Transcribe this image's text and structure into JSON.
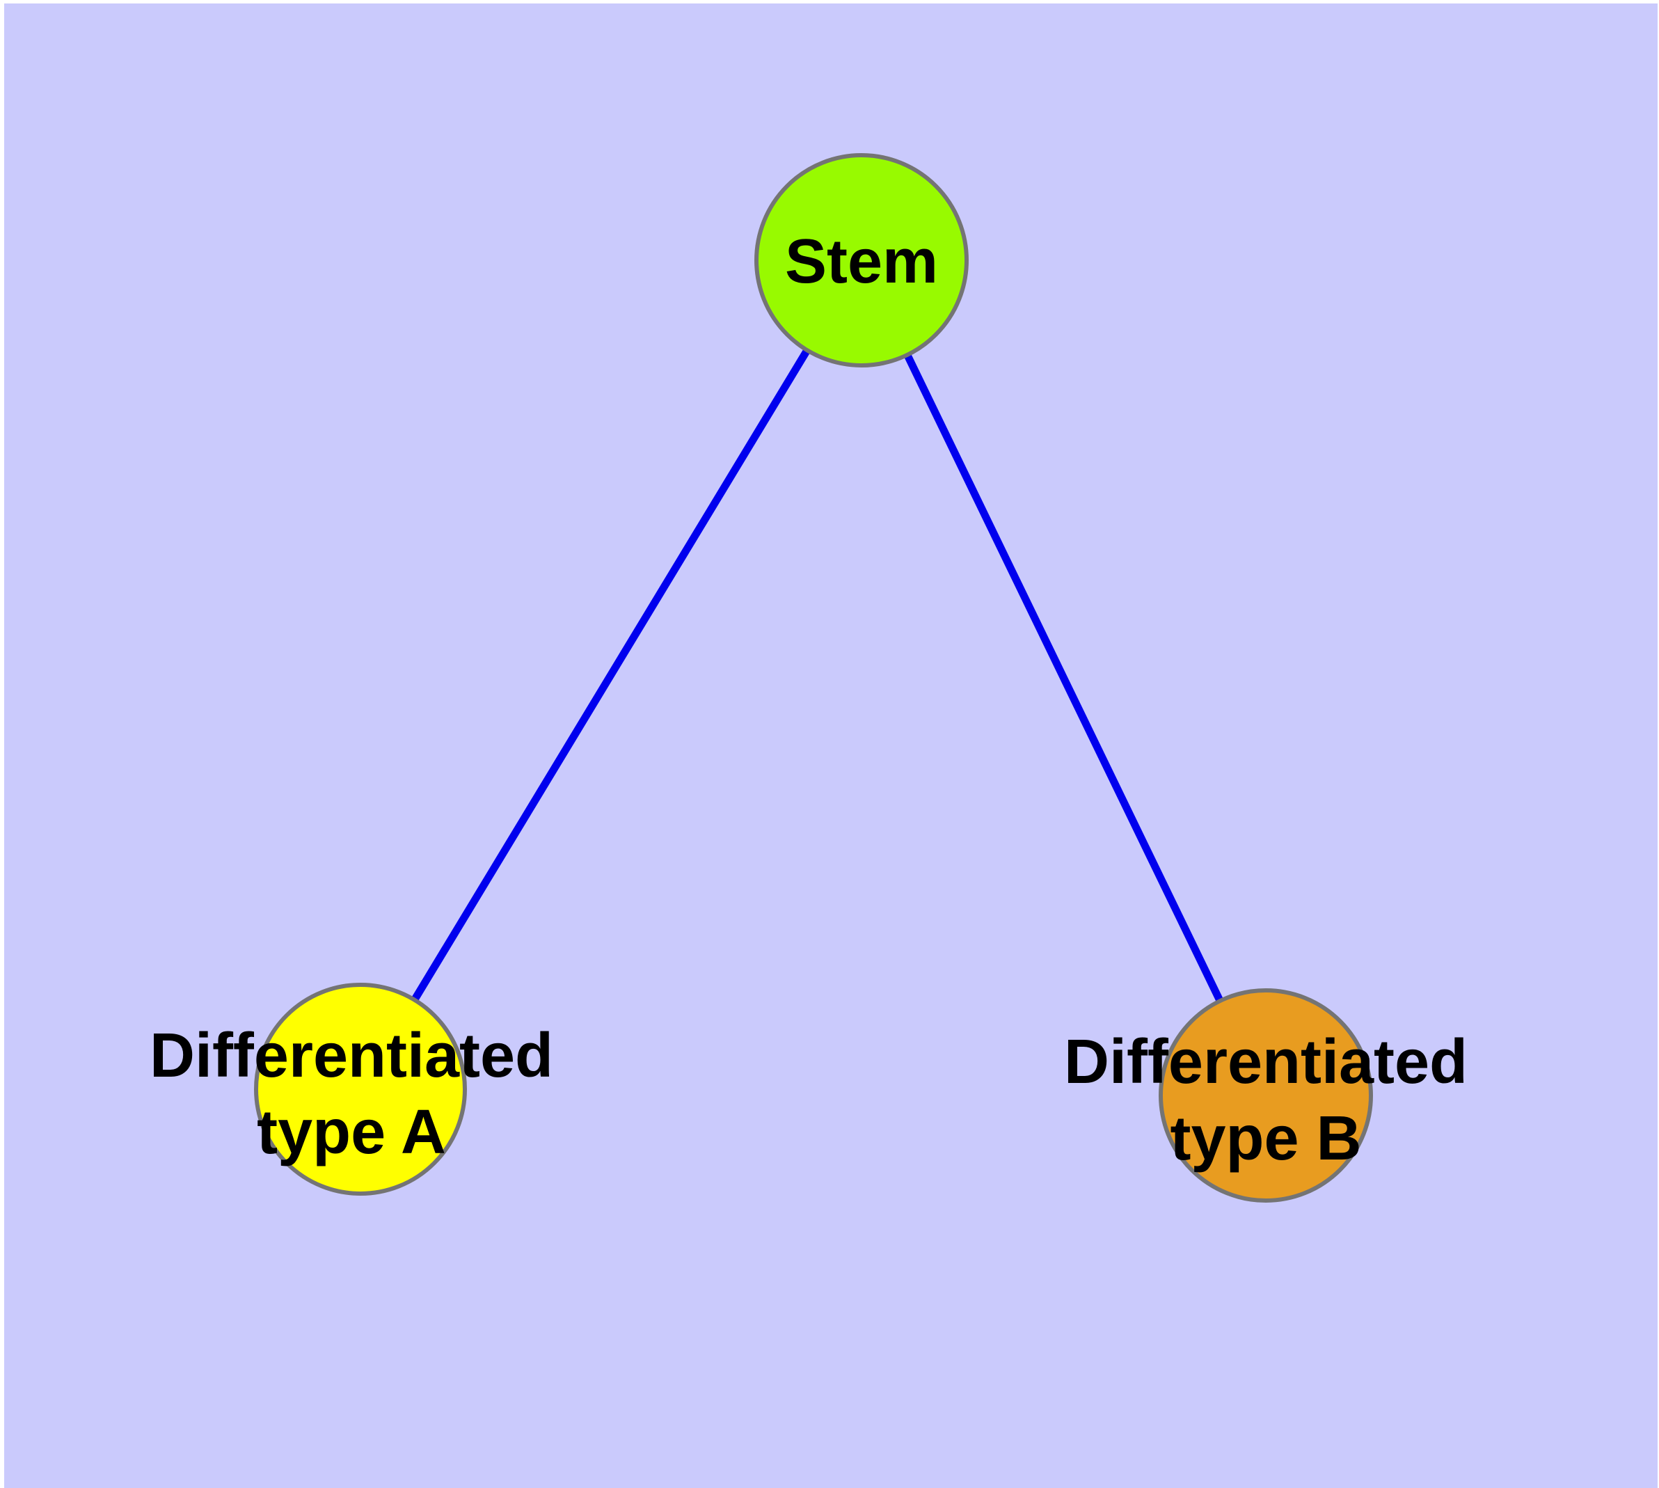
{
  "colors": {
    "page_margin": "#ffffff",
    "canvas_background": "#cacafc",
    "edge": "#0000ee",
    "node_border": "#747474",
    "label_text": "#000000",
    "node_fills": {
      "stem": "#98fa00",
      "type_a": "#ffff00",
      "type_b": "#e89c20"
    }
  },
  "diagram": {
    "type": "node-link-graph",
    "nodes": {
      "stem": {
        "label": "Stem"
      },
      "type_a": {
        "label_line1": "Differentiated",
        "label_line2": "type A"
      },
      "type_b": {
        "label_line1": "Differentiated",
        "label_line2": "type B"
      }
    },
    "edges": [
      {
        "from": "stem",
        "to": "type_a"
      },
      {
        "from": "stem",
        "to": "type_b"
      }
    ]
  }
}
